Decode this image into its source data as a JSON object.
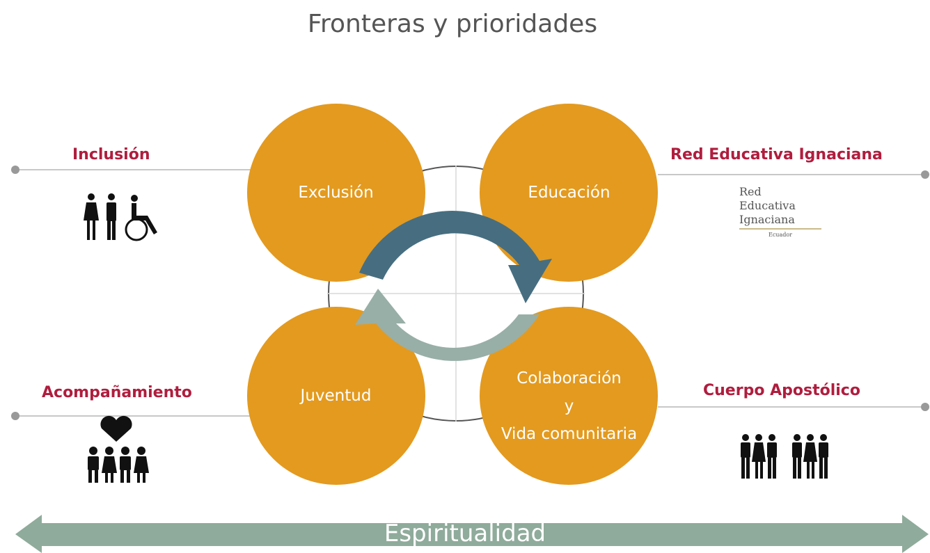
{
  "title": "Fronteras y prioridades",
  "circles": {
    "exclusion": "Exclusión",
    "educacion": "Educación",
    "juventud": "Juventud",
    "colaboracion": [
      "Colaboración",
      "y",
      "Vida comunitaria"
    ]
  },
  "labels": {
    "inclusion": "Inclusión",
    "red_educativa": "Red Educativa Ignaciana",
    "acompanamiento": "Acompañamiento",
    "cuerpo_apostolico": "Cuerpo Apostólico"
  },
  "logo": {
    "words": [
      "Red",
      "Educativa",
      "Ignaciana"
    ],
    "country": "Ecuador"
  },
  "bottom_arrow": "Espiritualidad",
  "icons": {
    "inclusion": "people-wheelchair-icon",
    "acompanamiento": "heart-group-icon",
    "cuerpo_apostolico": "people-group-icon"
  },
  "colors": {
    "circle": "#E39A1F",
    "label": "#B01D3E",
    "arrow_dark": "#466E80",
    "arrow_light": "#98AFA7",
    "bottom_arrow": "#8FAB9B",
    "lines": "#C8C8C8"
  }
}
